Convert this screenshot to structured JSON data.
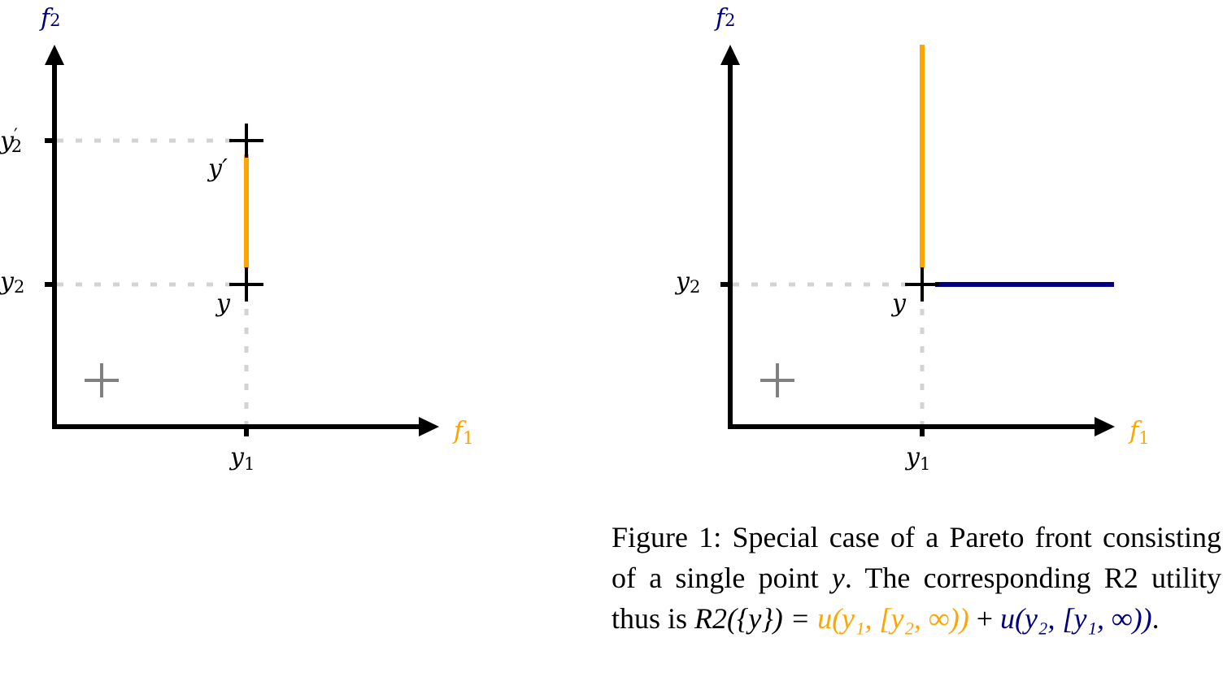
{
  "colors": {
    "axis": "#000000",
    "dominated": "#FFA500",
    "front": "#000080",
    "guide": "#D3D3D3",
    "other_point": "#808080"
  },
  "left_panel": {
    "x_axis_label": "f",
    "x_axis_sub": "1",
    "y_axis_label": "f",
    "y_axis_sub": "2",
    "tick_y2_prime": "y",
    "tick_y2_prime_sub": "2",
    "prime": "′",
    "tick_y2": "y",
    "tick_y2_sub": "2",
    "tick_y1": "y",
    "tick_y1_sub": "1",
    "point_y": "y",
    "point_y_prime": "y′"
  },
  "right_panel": {
    "x_axis_label": "f",
    "x_axis_sub": "1",
    "y_axis_label": "f",
    "y_axis_sub": "2",
    "tick_y2": "y",
    "tick_y2_sub": "2",
    "tick_y1": "y",
    "tick_y1_sub": "1",
    "point_y": "y"
  },
  "caption": {
    "line1": "Figure 1: Special case of a Pareto front consisting of a single point",
    "var_y": "y",
    "line2": ". The corresponding R2 utility thus is",
    "r2_expr": "R2({y}) =",
    "term1": "u(y₁, [y₂, ∞))",
    "plus": "+",
    "term2": "u(y₂, [y₁, ∞))",
    "end": "."
  }
}
